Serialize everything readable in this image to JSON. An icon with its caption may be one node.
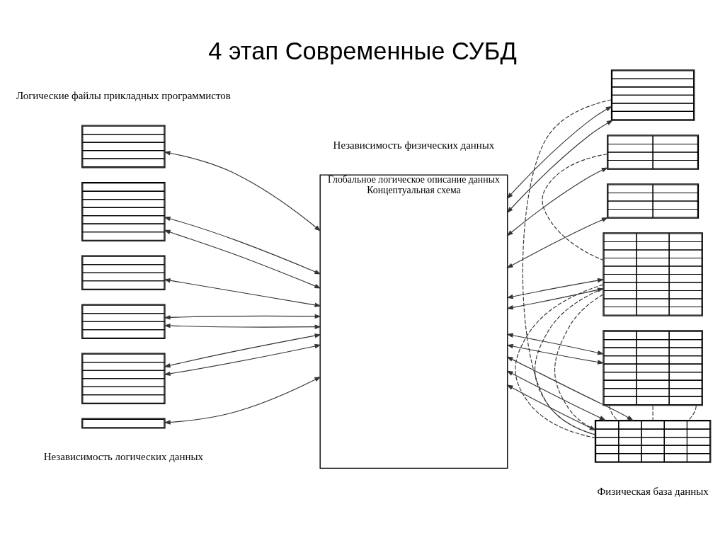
{
  "diagram": {
    "title": "4 этап Современные СУБД",
    "nodes": [
      {
        "text": [],
        "shape": "box"
      },
      {
        "text": [],
        "shape": "box"
      },
      {
        "text": [],
        "shape": "box"
      },
      {
        "text": [],
        "shape": "box"
      },
      {
        "text": [],
        "shape": "box"
      },
      {
        "text": [],
        "shape": "box"
      },
      {
        "text": [
          "Глобальное логическое описание данных",
          "Концептуальная схема"
        ]
      },
      {
        "text": [],
        "shape": "box"
      },
      {
        "text": [],
        "shape": "box"
      },
      {
        "text": [],
        "shape": "box"
      },
      {
        "text": [],
        "shape": "box"
      },
      {
        "text": [],
        "shape": "box"
      },
      {
        "text": [],
        "shape": "box"
      }
    ],
    "edges": [
      {
        "from": 0,
        "to": 6,
        "arrow": "both"
      },
      {
        "from": 1,
        "to": 6,
        "arrow": "both"
      },
      {
        "from": 1,
        "to": 6,
        "arrow": "both"
      },
      {
        "from": 2,
        "to": 6,
        "arrow": "both"
      },
      {
        "from": 3,
        "to": 6,
        "arrow": "both"
      },
      {
        "from": 3,
        "to": 6,
        "arrow": "both"
      },
      {
        "from": 4,
        "to": 6,
        "arrow": "both"
      },
      {
        "from": 4,
        "to": 6,
        "arrow": "both"
      },
      {
        "from": 5,
        "to": 6,
        "arrow": "both"
      },
      {
        "from": 6,
        "to": 10,
        "arrow": "both"
      },
      {
        "from": 6,
        "to": 7,
        "arrow": "both"
      },
      {
        "from": 6,
        "to": 11,
        "arrow": "both"
      },
      {
        "from": 6,
        "to": 8,
        "arrow": "both"
      },
      {
        "from": 6,
        "to": 10,
        "arrow": "both"
      },
      {
        "from": 6,
        "to": 7,
        "arrow": "both"
      },
      {
        "from": 6,
        "to": 9,
        "arrow": "both"
      },
      {
        "from": 6,
        "to": 12,
        "arrow": "both"
      },
      {
        "from": 6,
        "to": 12,
        "arrow": "both"
      },
      {
        "from": 6,
        "to": 11,
        "arrow": "both"
      },
      {
        "from": 6,
        "to": 12,
        "arrow": "both"
      },
      {
        "from": 7,
        "to": 12,
        "arrow": "none",
        "style": "dashed"
      },
      {
        "from": 8,
        "to": 10,
        "arrow": "none",
        "style": "dashed"
      },
      {
        "from": 10,
        "to": 12,
        "arrow": "none",
        "style": "dashed"
      },
      {
        "from": 10,
        "to": 12,
        "arrow": "none",
        "style": "dashed"
      },
      {
        "from": 10,
        "to": 12,
        "arrow": "none",
        "style": "dashed"
      },
      {
        "from": 11,
        "to": 12,
        "arrow": "none",
        "style": "dashed"
      },
      {
        "from": 11,
        "to": 12,
        "arrow": "none",
        "style": "dashed"
      },
      {
        "from": 11,
        "to": 12,
        "arrow": "none",
        "style": "dashed"
      }
    ],
    "labels": [
      "Логические файлы прикладных программистов",
      "Физическая база данных",
      "Независимость логических данных",
      "Независимость физических данных"
    ]
  }
}
